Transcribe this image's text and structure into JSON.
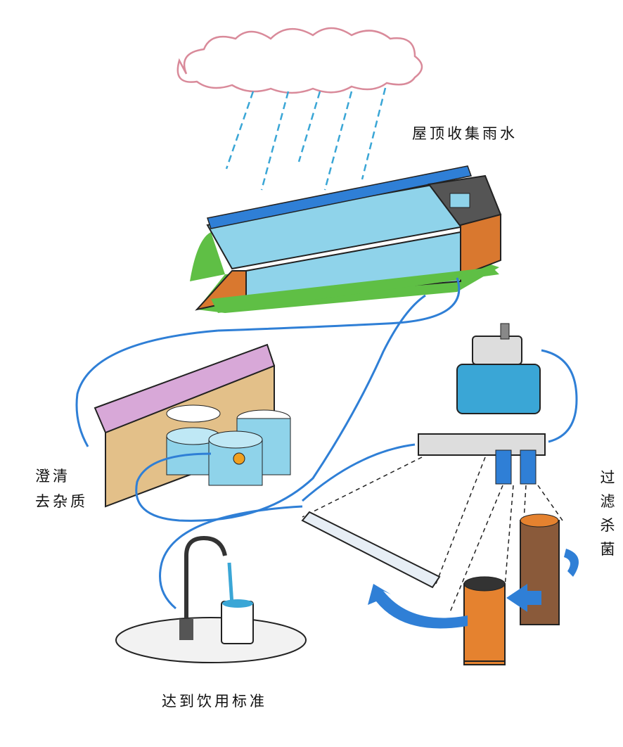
{
  "labels": {
    "collect": "屋顶收集雨水",
    "clarify_1": "澄清",
    "clarify_2": "去杂质",
    "filter": [
      "过",
      "滤",
      "杀",
      "菌"
    ],
    "drink": "达到饮用标准"
  },
  "colors": {
    "water_blue": "#2f7fd6",
    "glass": "#8fd3ea",
    "wood": "#d9782f",
    "grass": "#4fb33a",
    "cloud_outline": "#d98a9a"
  }
}
